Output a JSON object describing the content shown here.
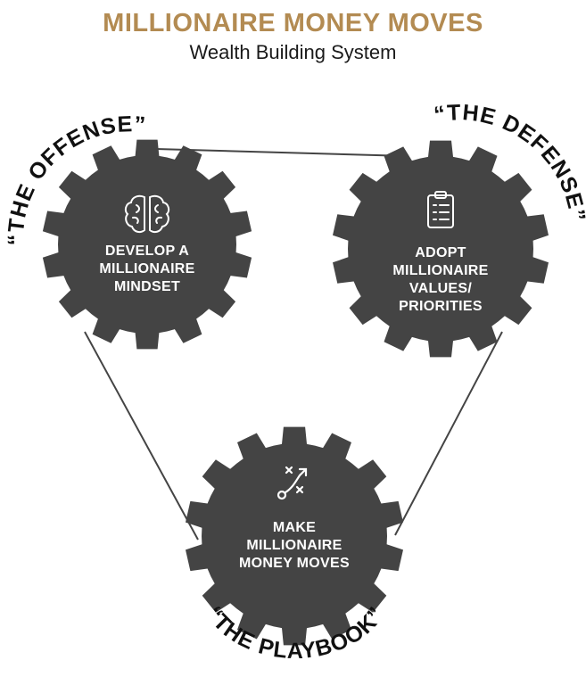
{
  "header": {
    "title": "MILLIONAIRE MONEY MOVES",
    "subtitle": "Wealth Building System"
  },
  "colors": {
    "title": "#b38b52",
    "gear": "#444444",
    "gear_text": "#ffffff",
    "connector": "#444444",
    "arc_label": "#111111"
  },
  "gears": {
    "offense": {
      "label": "“THE OFFENSE”",
      "icon": "brain-icon",
      "lines": [
        "DEVELOP A",
        "MILLIONAIRE",
        "MINDSET"
      ]
    },
    "defense": {
      "label": "“THE DEFENSE”",
      "icon": "clipboard-checklist-icon",
      "lines": [
        "ADOPT",
        "MILLIONAIRE",
        "VALUES/",
        "PRIORITIES"
      ]
    },
    "playbook": {
      "label": "“THE PLAYBOOK”",
      "icon": "play-diagram-icon",
      "lines": [
        "MAKE",
        "MILLIONAIRE",
        "MONEY MOVES"
      ]
    }
  }
}
